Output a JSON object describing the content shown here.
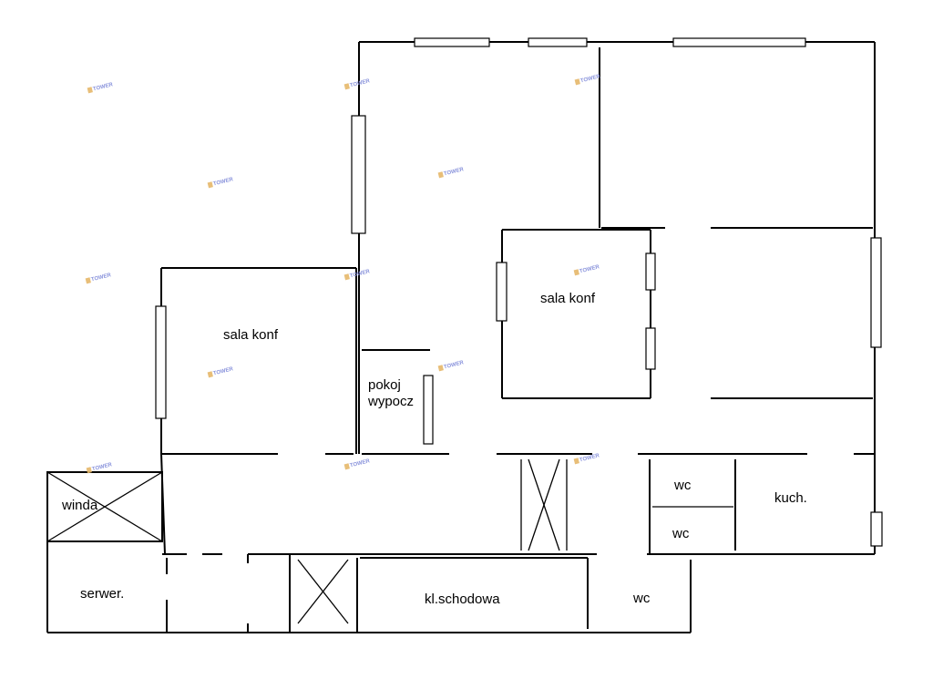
{
  "rooms": {
    "sala_konf_left": "sala konf",
    "sala_konf_center": "sala konf",
    "pokoj_line1": "pokoj",
    "pokoj_line2": "wypocz",
    "wc_upper": "wc",
    "wc_lower": "wc",
    "kuchnia": "kuch.",
    "winda": "winda",
    "serwerownia": "serwer.",
    "klatka_schodowa": "kl.schodowa",
    "wc_bottom": "wc"
  },
  "watermark": {
    "text": "TOWER",
    "color": "#7c87d8"
  }
}
